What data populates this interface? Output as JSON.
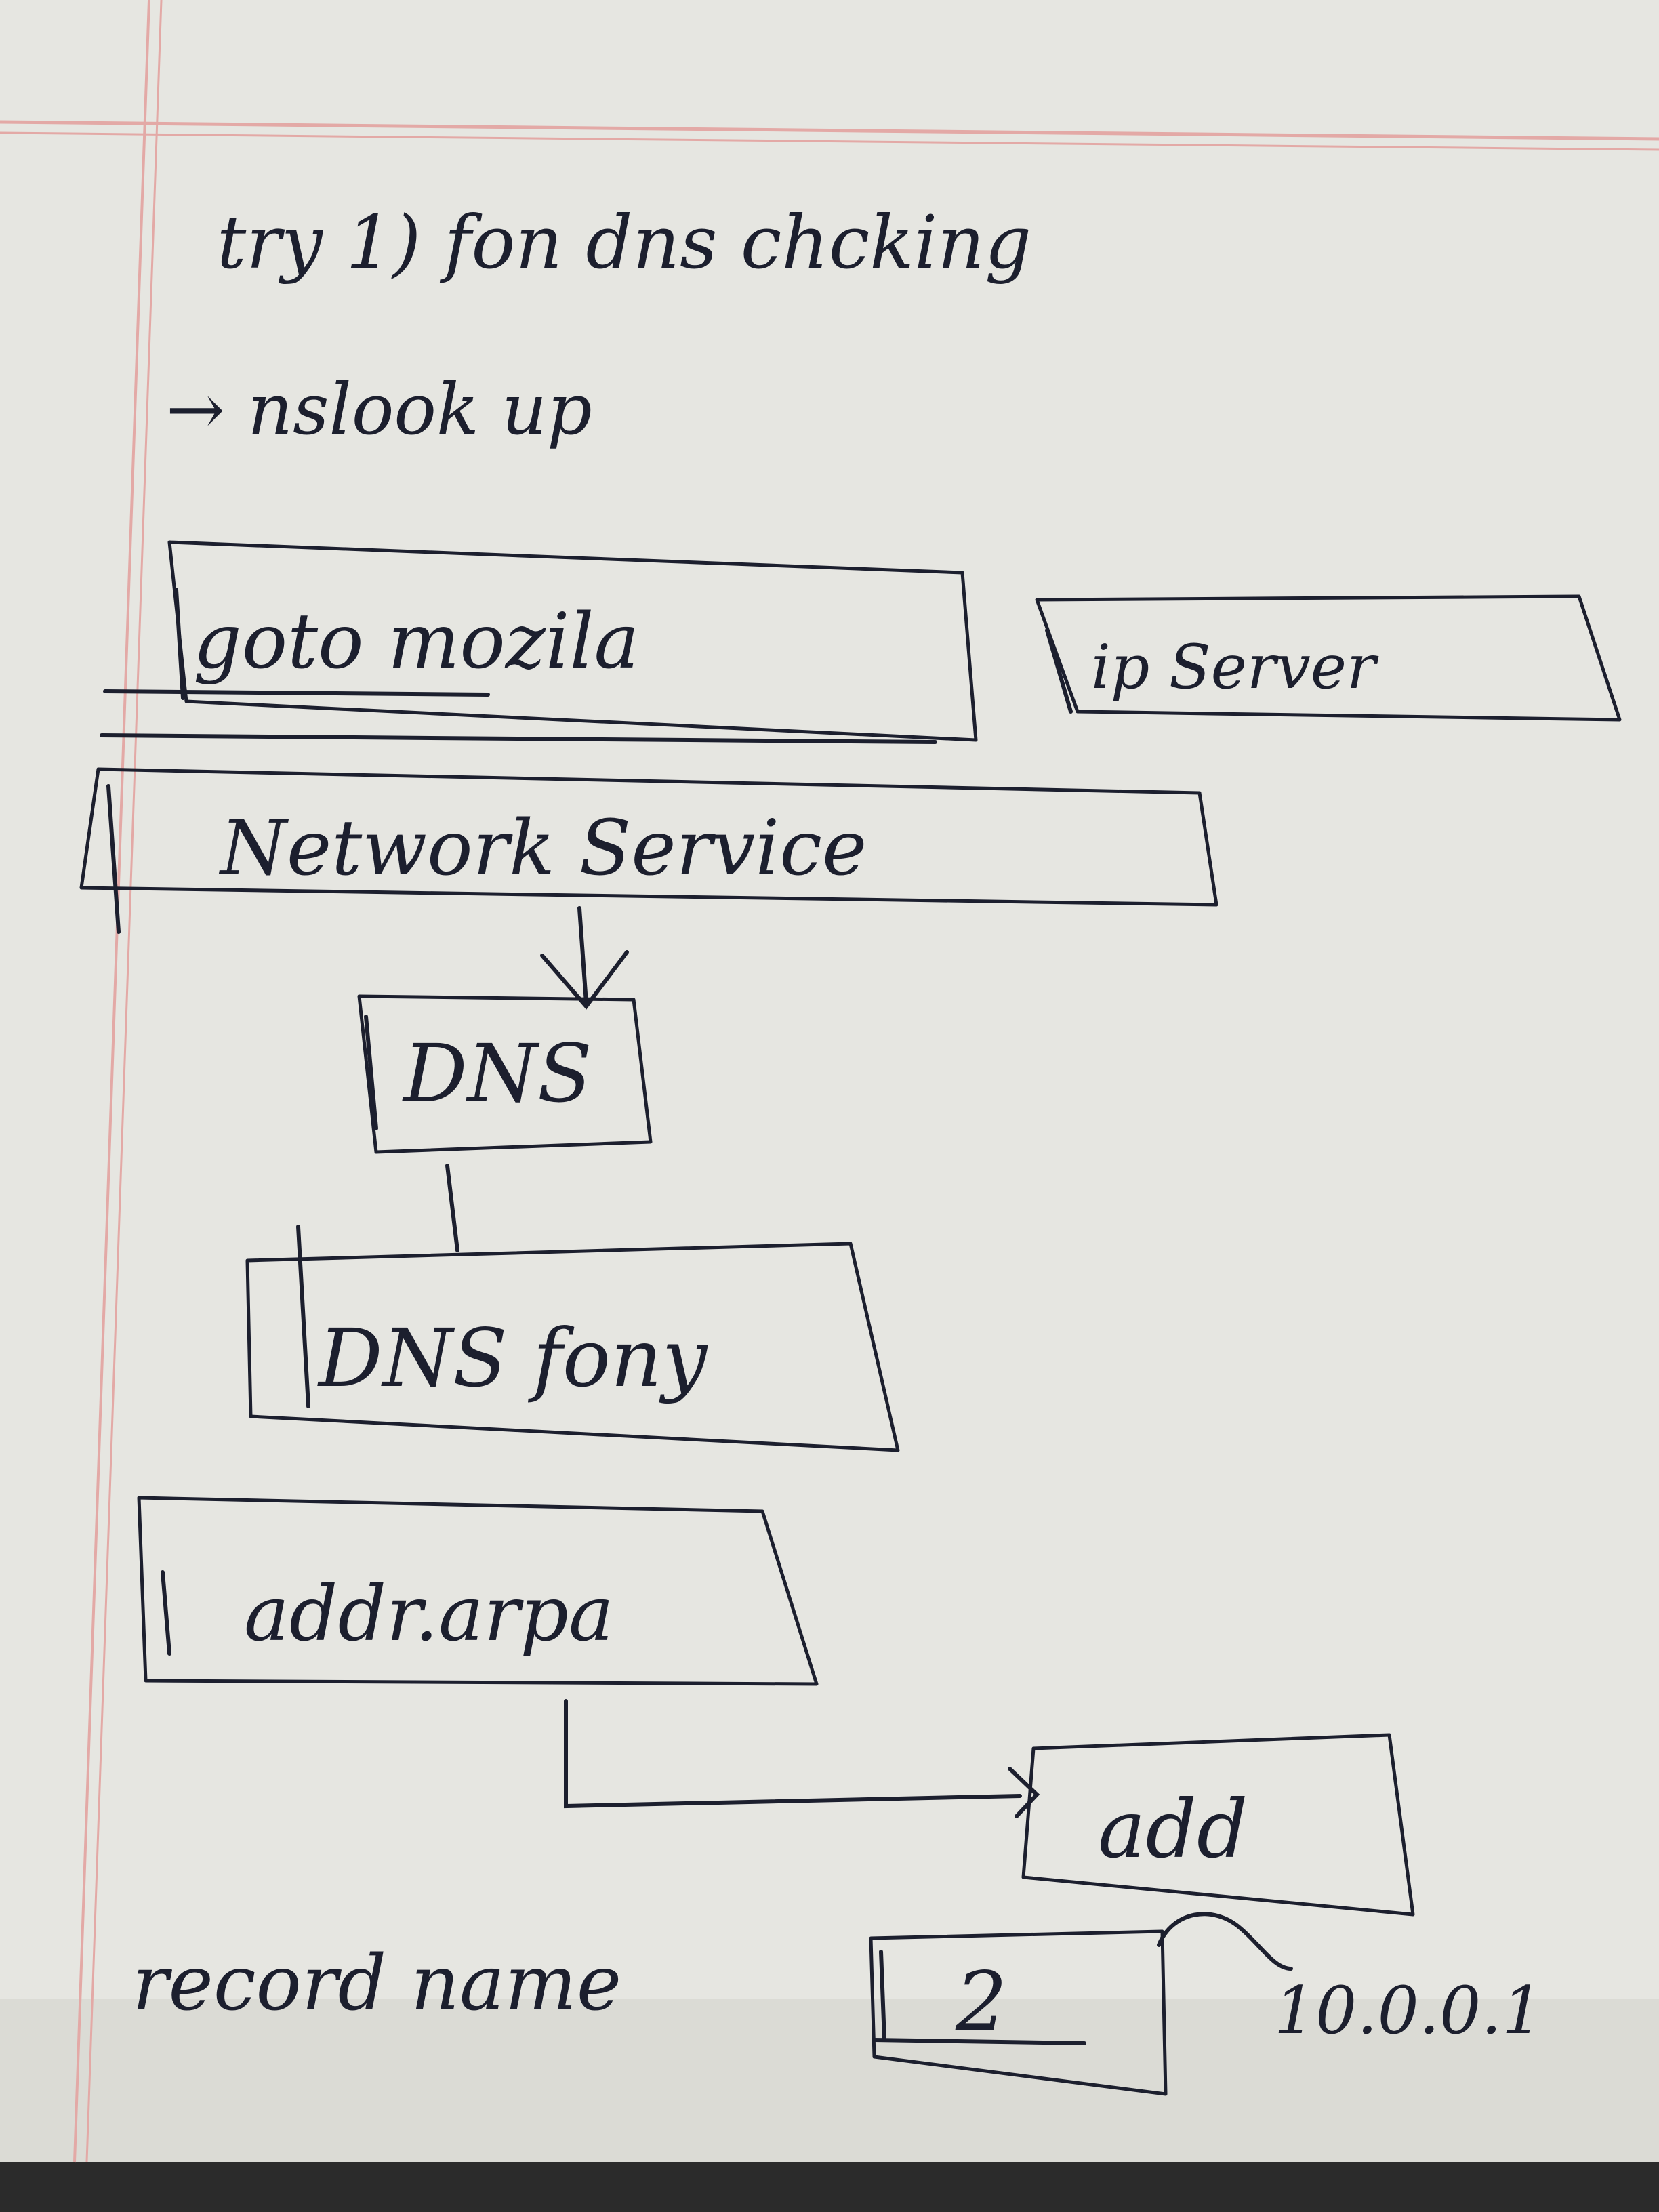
{
  "colors": {
    "paper": "#e6e6e1",
    "paper_shadow": "#bdbdb6",
    "margin_line": "#e3a9a6",
    "ink": "#1c1f2e",
    "background": "#2b2b2b"
  },
  "notes": {
    "heading": "try 1) fon dns chcking",
    "subheading": "→ nslook up"
  },
  "boxes": {
    "goto": "goto mozila",
    "ip_server": "ip Server",
    "network": "Network Service",
    "dns": "DNS",
    "dns_query": "DNS fony",
    "addr": "addr.arpa",
    "add": "add"
  },
  "record": {
    "label": "record name",
    "value": "2",
    "ip": "10.0.0.1"
  }
}
